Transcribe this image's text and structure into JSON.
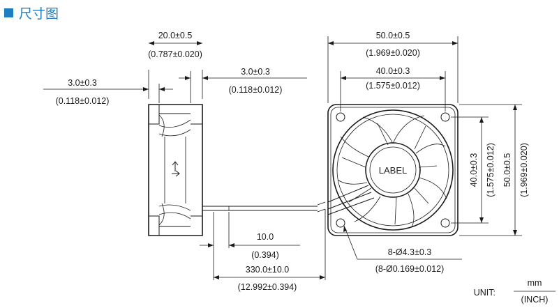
{
  "header": {
    "title": "尺寸图",
    "accent_color": "#1e7ec2"
  },
  "side_view": {
    "depth_dim": "20.0±0.5",
    "depth_dim_inch": "(0.787±0.020)",
    "left_dim": "3.0±0.3",
    "left_dim_inch": "(0.118±0.012)",
    "right_dim": "3.0±0.3",
    "right_dim_inch": "(0.118±0.012)",
    "airflow_icon": "airflow-arrow-icon"
  },
  "front_view": {
    "outer_width": "50.0±0.5",
    "outer_width_inch": "(1.969±0.020)",
    "hole_spacing": "40.0±0.3",
    "hole_spacing_inch": "(1.575±0.012)",
    "hole_vertical": "40.0±0.3",
    "hole_vertical_inch": "(1.575±0.012)",
    "outer_height": "50.0±0.5",
    "outer_height_inch": "(1.969±0.020)",
    "hub_label": "LABEL",
    "holes": "8-Ø4.3±0.3",
    "holes_inch": "(8-Ø0.169±0.012)"
  },
  "lead": {
    "strip": "10.0",
    "strip_inch": "(0.394)",
    "length": "330.0±10.0",
    "length_inch": "(12.992±0.394)"
  },
  "unit": {
    "label": "UNIT:",
    "mm": "mm",
    "inch": "(INCH)"
  }
}
